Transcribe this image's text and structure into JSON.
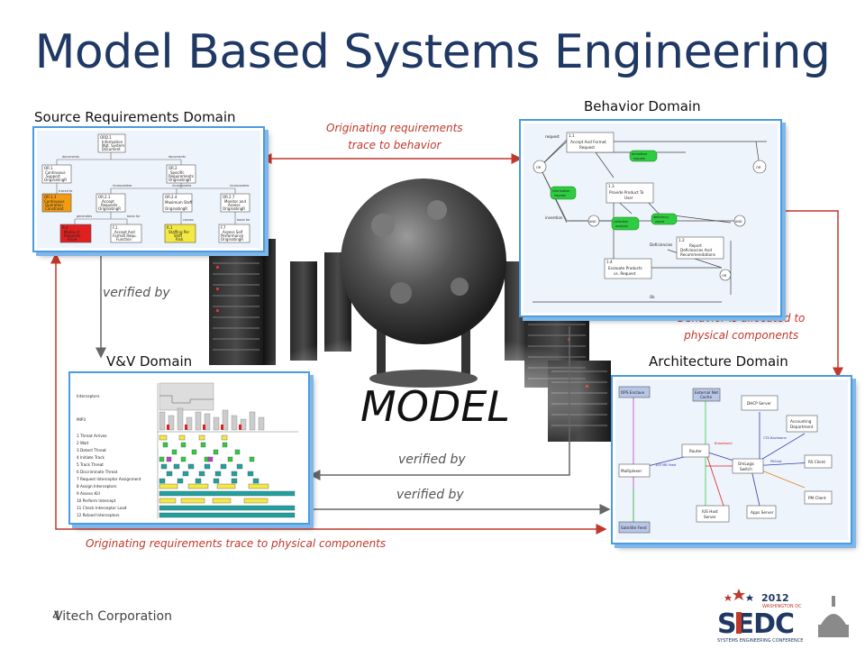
{
  "title": "Model Based Systems Engineering",
  "domains": {
    "source": "Source Requirements Domain",
    "behavior": "Behavior Domain",
    "vv": "V&V Domain",
    "architecture": "Architecture Domain"
  },
  "center_label": "MODEL",
  "relations": {
    "req_to_behavior": "Originating requirements\ntrace to behavior",
    "behavior_to_arch": "Behavior is allocated to\nphysical components",
    "req_to_physical": "Originating requirements trace to physical components",
    "verified_by_left": "verified by",
    "verified_by_mid": "verified by",
    "verified_by_bottom": "verified by"
  },
  "footer": "Vitech Corporation",
  "footer_page": "4",
  "logo": {
    "year": "2012",
    "city": "WASHINGTON DC",
    "acronym": "SEDC",
    "subtitle": "SYSTEMS ENGINEERING CONFERENCE"
  },
  "source_panel": {
    "root": [
      "ORD.1",
      "Information",
      "Mgt. System",
      "Document"
    ],
    "level2": [
      [
        "OR.1",
        "Continuous",
        "Support",
        "OriginatingR"
      ],
      [
        "OR.2",
        "Specific",
        "Requirements",
        "OriginatingR"
      ]
    ],
    "level3": [
      [
        "OR.2.1",
        "Accept",
        "Requests",
        "OriginatingR"
      ],
      [
        "OR.2.4",
        "Maximum Staff",
        "OriginatingR"
      ],
      [
        "OR.2.7",
        "Monitor and",
        "Assess",
        "OriginatingR"
      ]
    ],
    "level4": [
      [
        "R.4",
        "Media of",
        "Requests",
        "Issue"
      ],
      [
        "F.1",
        "Accept And",
        "Format Requ.",
        "Function"
      ],
      [
        "R.1",
        "Staffing Per",
        "Shift",
        "Risk"
      ],
      [
        "F.7",
        "Assess Self",
        "Performance",
        "OriginatingR"
      ]
    ],
    "edge_labels": [
      "documents",
      "documents",
      "incorporates",
      "incorporates",
      "incorporates",
      "generates",
      "basis for",
      "causes",
      "basis for"
    ]
  },
  "behavior_panel": {
    "nodes": [
      "Accept And Format Request",
      "Provide Product To User",
      "Evaluate Products vs. Request",
      "Report Deficiencies And Recommendations"
    ],
    "green_items": [
      "formatted request",
      "information request",
      "collection analysis",
      "deficiency report"
    ],
    "gates": [
      "OR",
      "OR",
      "AND",
      "AND",
      "OR"
    ],
    "labels": [
      "request",
      "invention",
      "Deficiencies",
      "Ok"
    ]
  },
  "vv_panel": {
    "rows": [
      "Interceptors",
      "MIP3",
      "1 Threat Arrives",
      "2 Wait",
      "3 Detect Threat",
      "4 Initiate Track",
      "5 Track Threat",
      "6 Discriminate Threat",
      "7 Request Interceptor Assignment",
      "8 Assign Interceptors",
      "9 Assess Kill",
      "10 Perform Intercept",
      "11 Check Interceptor Load",
      "12 Reload Interceptors"
    ]
  },
  "arch_panel": {
    "nodes": [
      "OPS Enclave",
      "External Net Cache",
      "DHCP Server",
      "Accounting Department",
      "Router",
      "OmLogic Switch",
      "RS Client",
      "Multiplexer",
      "PM Client",
      "IUS Host Server",
      "Apps Server",
      "Satellite Feed"
    ],
    "links": [
      "100 MB Feed",
      "Broadband",
      "CTA Backbone",
      "PASnet"
    ]
  }
}
